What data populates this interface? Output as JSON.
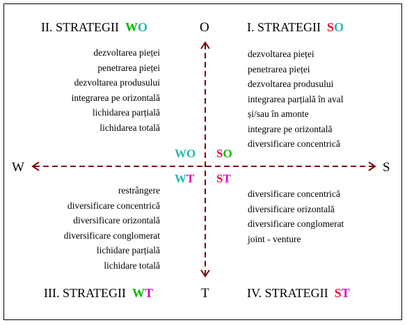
{
  "headings": {
    "q1": {
      "label": "I.  STRATEGII",
      "letters": [
        "S",
        "O"
      ]
    },
    "q2": {
      "label": "II.  STRATEGII",
      "letters": [
        "W",
        "O"
      ]
    },
    "q3": {
      "label": "III.  STRATEGII",
      "letters": [
        "W",
        "T"
      ]
    },
    "q4": {
      "label": "IV.  STRATEGII",
      "letters": [
        "S",
        "T"
      ]
    }
  },
  "poles": {
    "top": "O",
    "bottom": "T",
    "left": "W",
    "right": "S"
  },
  "codes": {
    "wo": [
      "W",
      "O"
    ],
    "so": [
      "S",
      "O"
    ],
    "wt": [
      "W",
      "T"
    ],
    "st": [
      "S",
      "T"
    ]
  },
  "letter_colors": {
    "O": "#22b8b0",
    "S": "#ff0033",
    "W": "#00bb00",
    "T": "#dd00cc"
  },
  "axis_color": "#800000",
  "lists": {
    "so": [
      "dezvoltarea pieței",
      "penetrarea pieței",
      "dezvoltarea produsului",
      "integrarea parțială în aval",
      "și/sau în amonte",
      "integrare pe orizontală",
      "diversificare concentrică"
    ],
    "wo": [
      "dezvoltarea pieței",
      "penetrarea pieței",
      "dezvoltarea produsului",
      "integrarea pe orizontală",
      "lichidarea parțială",
      "lichidarea totală"
    ],
    "wt": [
      "restrângere",
      "diversificare concentrică",
      "diversificare orizontală",
      "diversificare conglomerat",
      "lichidare parțială",
      "lichidare totală"
    ],
    "st": [
      "diversificare concentrică",
      "diversificare orizontală",
      "diversificare conglomerat",
      "joint - venture"
    ]
  }
}
